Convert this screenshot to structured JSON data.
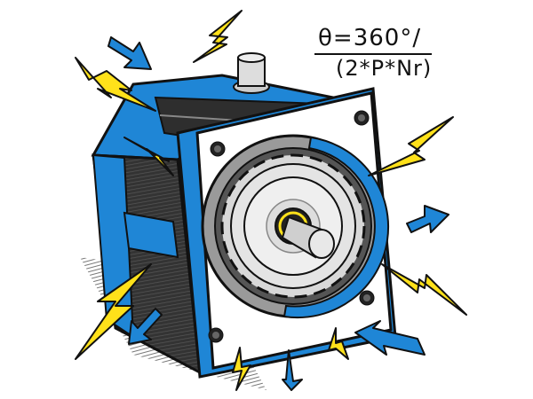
{
  "illustration": {
    "subject": "stepper motor",
    "formula": {
      "numerator": "θ=360°/",
      "denominator": "(2*P*Nr)"
    },
    "colors": {
      "blue": "#1f86d6",
      "yellow": "#ffe11a",
      "dark": "#2a2a2a",
      "gray": "#9a9a9a",
      "white": "#ffffff"
    }
  }
}
